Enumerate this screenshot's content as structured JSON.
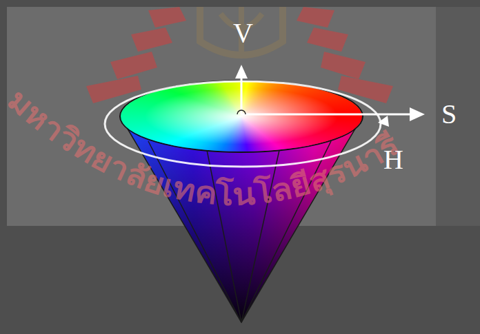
{
  "diagram": {
    "labels": [
      "V",
      "S",
      "H",
      "มหาวิทยาลัยเทคโนโลยีสุรนารี"
    ]
  }
}
